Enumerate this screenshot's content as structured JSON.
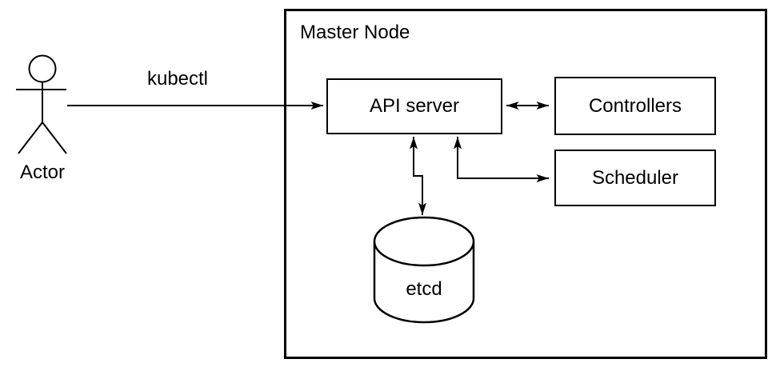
{
  "colors": {
    "stroke": "#000000",
    "fill": "#ffffff",
    "text": "#000000"
  },
  "diagram": {
    "container": {
      "label": "Master Node"
    },
    "actor": {
      "label": "Actor"
    },
    "nodes": [
      {
        "id": "api-server",
        "label": "API server",
        "shape": "rectangle"
      },
      {
        "id": "controllers",
        "label": "Controllers",
        "shape": "rectangle"
      },
      {
        "id": "scheduler",
        "label": "Scheduler",
        "shape": "rectangle"
      },
      {
        "id": "etcd",
        "label": "etcd",
        "shape": "cylinder"
      }
    ],
    "edges": [
      {
        "from": "actor",
        "to": "api-server",
        "label": "kubectl",
        "direction": "one-way"
      },
      {
        "from": "api-server",
        "to": "controllers",
        "label": "",
        "direction": "two-way"
      },
      {
        "from": "api-server",
        "to": "etcd",
        "label": "",
        "direction": "two-way"
      },
      {
        "from": "api-server",
        "to": "scheduler",
        "label": "",
        "direction": "two-way"
      }
    ]
  }
}
